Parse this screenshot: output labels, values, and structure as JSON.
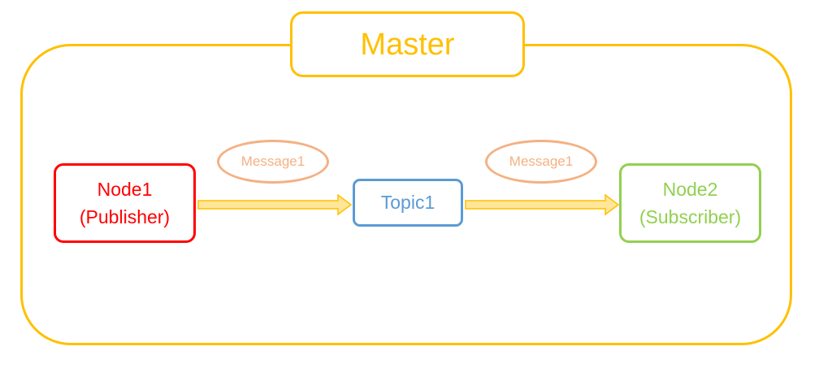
{
  "master": {
    "title": "Master"
  },
  "publisher": {
    "name": "Node1",
    "role": "(Publisher)"
  },
  "topic": {
    "name": "Topic1"
  },
  "subscriber": {
    "name": "Node2",
    "role": "(Subscriber)"
  },
  "messages": [
    {
      "label": "Message1"
    },
    {
      "label": "Message1"
    }
  ],
  "colors": {
    "master": "#ffc000",
    "publisher": "#ff0000",
    "topic": "#5b9bd5",
    "subscriber": "#92d050",
    "message": "#f4b183",
    "arrow_fill": "#ffe699",
    "arrow_stroke": "#ffc000"
  }
}
